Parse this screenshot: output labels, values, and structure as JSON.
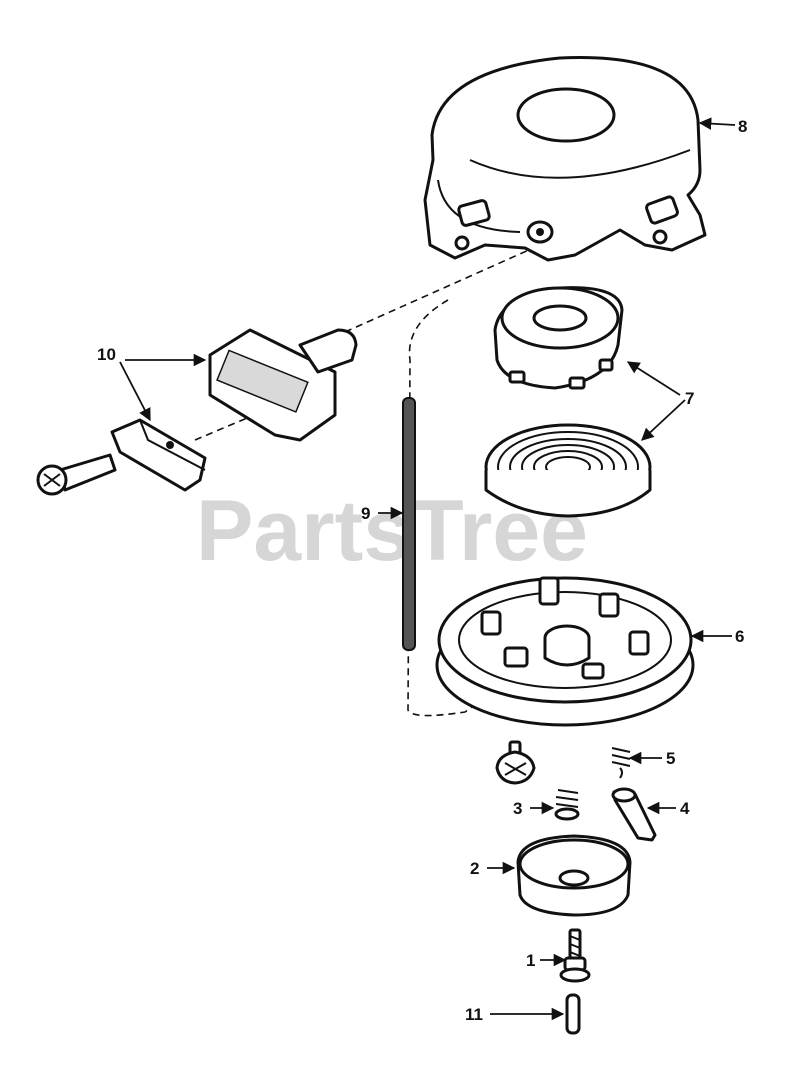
{
  "watermark": "PartsTree",
  "callouts": {
    "c1": "1",
    "c2": "2",
    "c3": "3",
    "c4": "4",
    "c5": "5",
    "c6": "6",
    "c7": "7",
    "c8": "8",
    "c9": "9",
    "c10": "10",
    "c11": "11"
  }
}
